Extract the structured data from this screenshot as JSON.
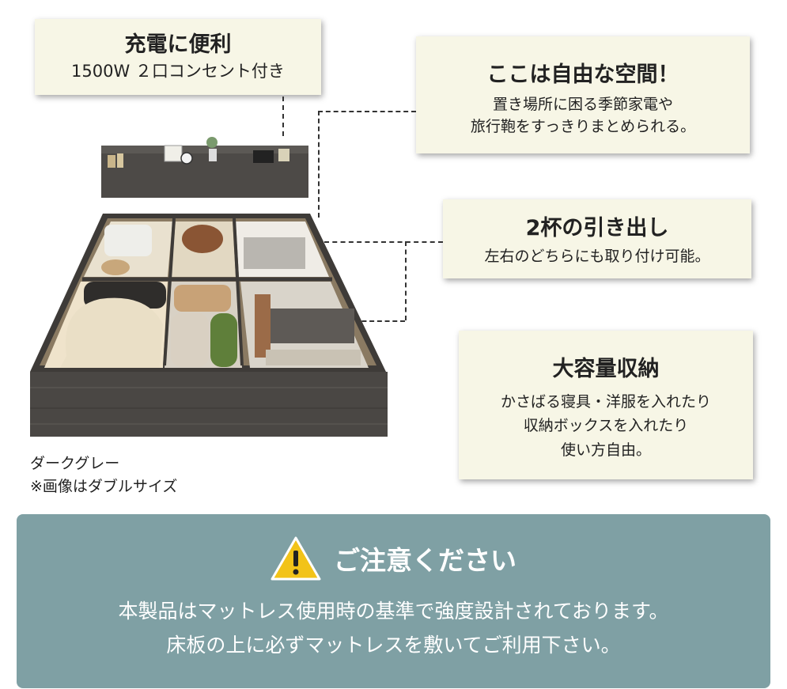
{
  "callouts": {
    "power": {
      "title": "充電に便利",
      "body": "1500W ２口コンセント付き"
    },
    "space": {
      "title": "ここは自由な空間！",
      "line1": "置き場所に困る季節家電や",
      "line2": "旅行鞄をすっきりまとめられる。"
    },
    "drawers": {
      "title": "2杯の引き出し",
      "body": "左右のどちらにも取り付け可能。"
    },
    "storage": {
      "title": "大容量収納",
      "line1": "かさばる寝具・洋服を入れたり",
      "line2": "収納ボックスを入れたり",
      "line3": "使い方自由。"
    }
  },
  "caption": {
    "color": "ダークグレー",
    "note": "※画像はダブルサイズ"
  },
  "notice": {
    "title": "ご注意ください",
    "line1": "本製品はマットレス使用時の基準で強度設計されております。",
    "line2": "床板の上に必ずマットレスを敷いてご利用下さい。",
    "background": "#7fa0a4"
  },
  "colors": {
    "callout_bg": "#f7f6e6",
    "bed_wood": "#4a4744",
    "warning_yellow": "#f2c318"
  }
}
